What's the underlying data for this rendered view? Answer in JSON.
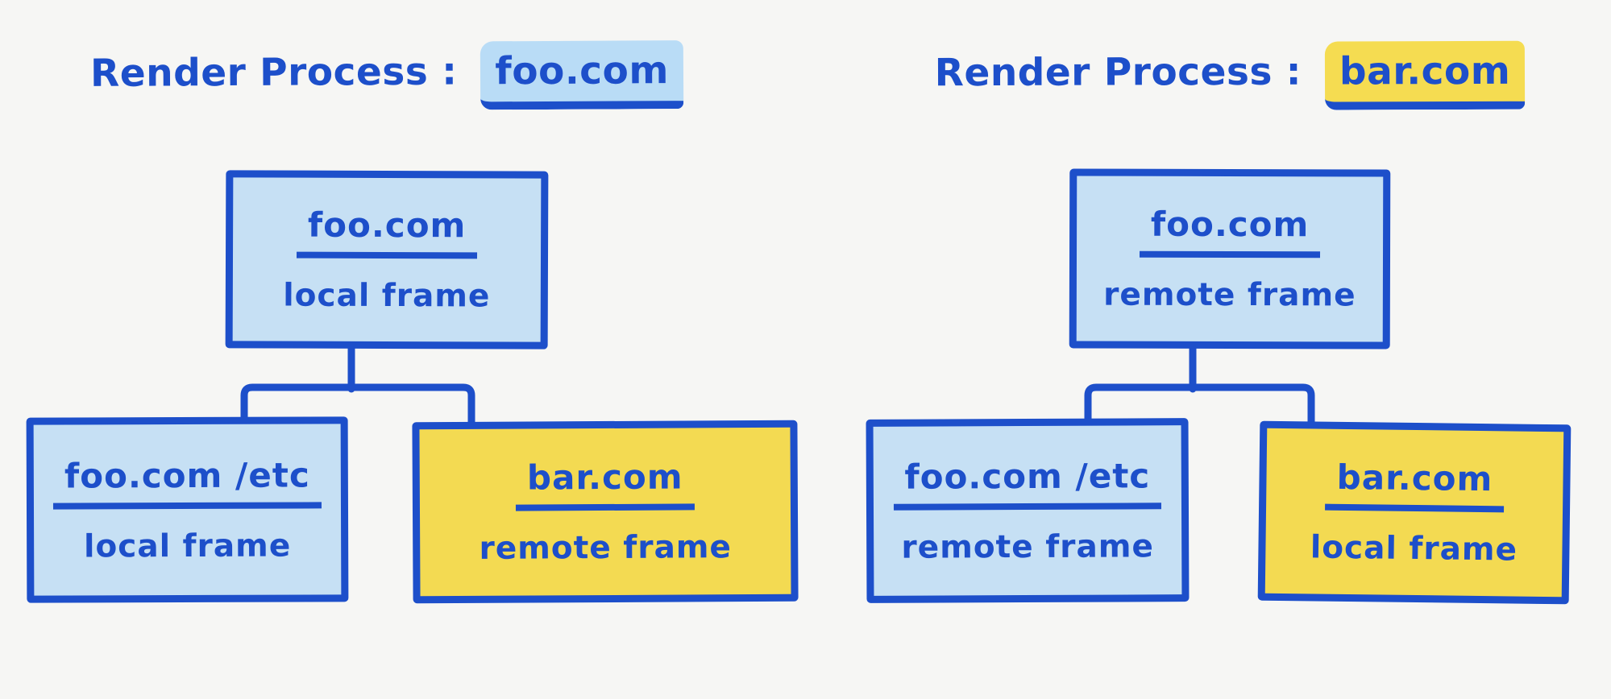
{
  "colors": {
    "ink_blue": "#1d4fca",
    "light_blue_fill": "#c6e0f4",
    "yellow_fill": "#f3da52",
    "title_blue_highlight": "#b9dcf6",
    "title_yellow_highlight": "#f5dc51",
    "background": "#f6f6f4"
  },
  "diagrams": [
    {
      "id": "render-process-foo",
      "title": {
        "prefix": "Render Process :",
        "site": "foo.com",
        "highlight": "blue"
      },
      "root": {
        "url": "foo.com",
        "frame_type": "local frame",
        "fill": "blue"
      },
      "children": [
        {
          "url": "foo.com /etc",
          "frame_type": "local frame",
          "fill": "blue"
        },
        {
          "url": "bar.com",
          "frame_type": "remote frame",
          "fill": "yellow"
        }
      ]
    },
    {
      "id": "render-process-bar",
      "title": {
        "prefix": "Render Process :",
        "site": "bar.com",
        "highlight": "yellow"
      },
      "root": {
        "url": "foo.com",
        "frame_type": "remote frame",
        "fill": "blue"
      },
      "children": [
        {
          "url": "foo.com /etc",
          "frame_type": "remote frame",
          "fill": "blue"
        },
        {
          "url": "bar.com",
          "frame_type": "local frame",
          "fill": "yellow"
        }
      ]
    }
  ]
}
